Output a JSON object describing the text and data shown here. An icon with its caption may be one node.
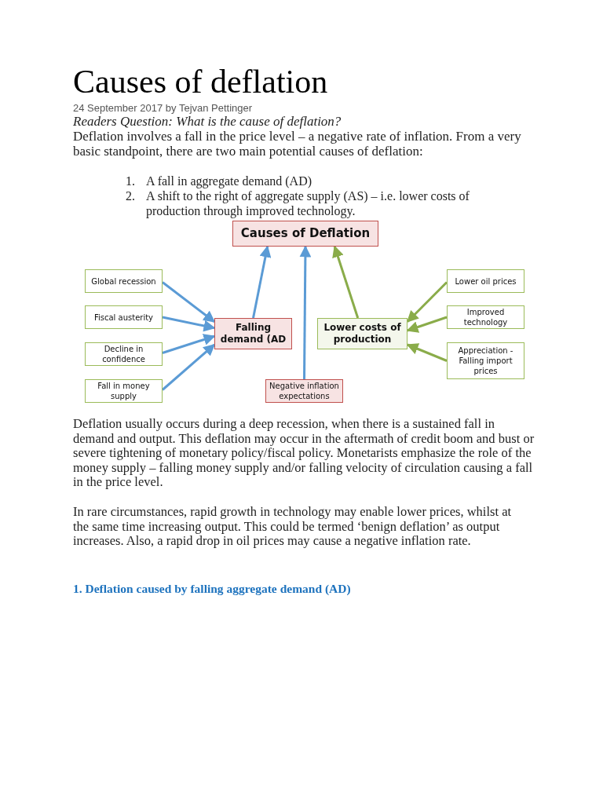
{
  "diagram": {
    "title": "Causes of deflation",
    "nodes": [
      {
        "text": [
          "Causes of Deflation"
        ]
      },
      {
        "text": [
          "Global recession"
        ]
      },
      {
        "text": [
          "Fiscal austerity"
        ]
      },
      {
        "text": [
          "Decline in confidence"
        ]
      },
      {
        "text": [
          "Fall in money supply"
        ]
      },
      {
        "text": [
          "Falling demand (AD"
        ]
      },
      {
        "text": [
          "Lower costs of production"
        ]
      },
      {
        "text": [
          "Lower oil prices"
        ]
      },
      {
        "text": [
          "Improved technology"
        ]
      },
      {
        "text": [
          "Appreciation - Falling import prices"
        ]
      },
      {
        "text": [
          "Negative inflation expectations"
        ]
      }
    ],
    "edges": [
      {
        "from": 1,
        "to": 5,
        "arrow": "to"
      },
      {
        "from": 2,
        "to": 5,
        "arrow": "to"
      },
      {
        "from": 3,
        "to": 5,
        "arrow": "to"
      },
      {
        "from": 4,
        "to": 5,
        "arrow": "to"
      },
      {
        "from": 5,
        "to": 0,
        "arrow": "to"
      },
      {
        "from": 10,
        "to": 0,
        "arrow": "to"
      },
      {
        "from": 6,
        "to": 0,
        "arrow": "to",
        "color": "#8aac4a"
      },
      {
        "from": 7,
        "to": 6,
        "arrow": "to",
        "color": "#8aac4a"
      },
      {
        "from": 8,
        "to": 6,
        "arrow": "to",
        "color": "#8aac4a"
      },
      {
        "from": 9,
        "to": 6,
        "arrow": "to",
        "color": "#8aac4a"
      }
    ],
    "labels": [
      "24 September 2017 by Tejvan Pettinger",
      "Readers Question: What is the cause of deflation?",
      "Deflation involves a fall in the price level –  a negative rate of inflation. From a very basic standpoint, there are two main potential causes of deflation:",
      "1.",
      "A fall in aggregate demand (AD)",
      "2.",
      "A shift to the right of aggregate supply (AS) – i.e. lower costs of production through improved technology.",
      "Deflation usually occurs during a deep recession, when there is a sustained fall in demand and output. This deflation may occur in the aftermath of credit boom and bust or severe tightening of monetary policy/fiscal policy. Monetarists emphasize the role of the money supply – falling money supply and/or falling velocity of circulation causing a fall in the price level.",
      "In rare circumstances, rapid growth in technology may enable lower prices, whilst at the same time increasing output. This could be termed ‘benign deflation’ as output increases. Also, a rapid drop in oil prices may cause a negative inflation rate.",
      "1. Deflation caused by falling aggregate demand (AD)"
    ]
  }
}
